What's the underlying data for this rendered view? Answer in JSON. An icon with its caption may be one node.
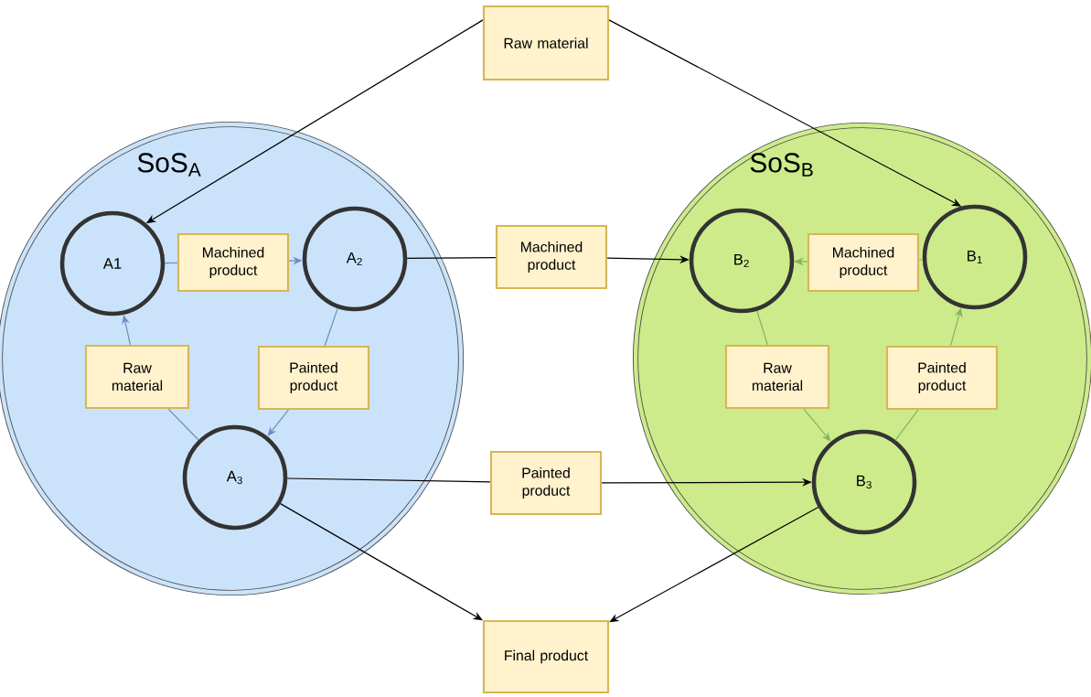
{
  "diagram": {
    "nodes": [
      {
        "text": [
          "Raw material"
        ]
      },
      {
        "text": [
          "SoS$_{A}$"
        ]
      },
      {
        "text": [
          "A1"
        ],
        "in": 1
      },
      {
        "text": [
          "Machined product"
        ],
        "in": 1
      },
      {
        "text": [
          "A$_{2}$"
        ],
        "in": 1
      },
      {
        "text": [
          "Raw material"
        ],
        "in": 1
      },
      {
        "text": [
          "Painted product"
        ],
        "in": 1
      },
      {
        "text": [
          "A$_{3}$"
        ],
        "in": 1
      },
      {
        "text": [
          "SoS$_{B}$"
        ]
      },
      {
        "text": [
          "B$_{2}$"
        ],
        "in": 8
      },
      {
        "text": [
          "Machined product"
        ],
        "in": 8
      },
      {
        "text": [
          "B$_{1}$"
        ],
        "in": 8
      },
      {
        "text": [
          "Raw material"
        ],
        "in": 8
      },
      {
        "text": [
          "Painted product"
        ],
        "in": 8
      },
      {
        "text": [
          "B$_{3}$"
        ],
        "in": 8
      },
      {
        "text": [
          "Machined product"
        ]
      },
      {
        "text": [
          "Painted product"
        ]
      },
      {
        "text": [
          "Final product"
        ]
      }
    ],
    "edges": [
      {
        "from": 0,
        "to": 2,
        "arrow": "to"
      },
      {
        "from": 0,
        "to": 11,
        "arrow": "to"
      },
      {
        "from": 2,
        "to": 3,
        "arrow": "none",
        "color": "#6c8ebf"
      },
      {
        "from": 3,
        "to": 4,
        "arrow": "to",
        "color": "#6c8ebf"
      },
      {
        "from": 4,
        "to": 6,
        "arrow": "none",
        "color": "#6c8ebf"
      },
      {
        "from": 6,
        "to": 7,
        "arrow": "to",
        "color": "#6c8ebf"
      },
      {
        "from": 7,
        "to": 5,
        "arrow": "none",
        "color": "#6c8ebf"
      },
      {
        "from": 5,
        "to": 2,
        "arrow": "to",
        "color": "#6c8ebf"
      },
      {
        "from": 11,
        "to": 10,
        "arrow": "none",
        "color": "#82b366"
      },
      {
        "from": 10,
        "to": 9,
        "arrow": "to",
        "color": "#82b366"
      },
      {
        "from": 9,
        "to": 12,
        "arrow": "none",
        "color": "#82b366"
      },
      {
        "from": 12,
        "to": 14,
        "arrow": "to",
        "color": "#82b366"
      },
      {
        "from": 14,
        "to": 13,
        "arrow": "none",
        "color": "#82b366"
      },
      {
        "from": 13,
        "to": 11,
        "arrow": "to",
        "color": "#82b366"
      },
      {
        "from": 4,
        "to": 15,
        "arrow": "none"
      },
      {
        "from": 15,
        "to": 9,
        "arrow": "to"
      },
      {
        "from": 7,
        "to": 16,
        "arrow": "none"
      },
      {
        "from": 16,
        "to": 14,
        "arrow": "to"
      },
      {
        "from": 7,
        "to": 17,
        "arrow": "to"
      },
      {
        "from": 14,
        "to": 17,
        "arrow": "to"
      }
    ]
  }
}
